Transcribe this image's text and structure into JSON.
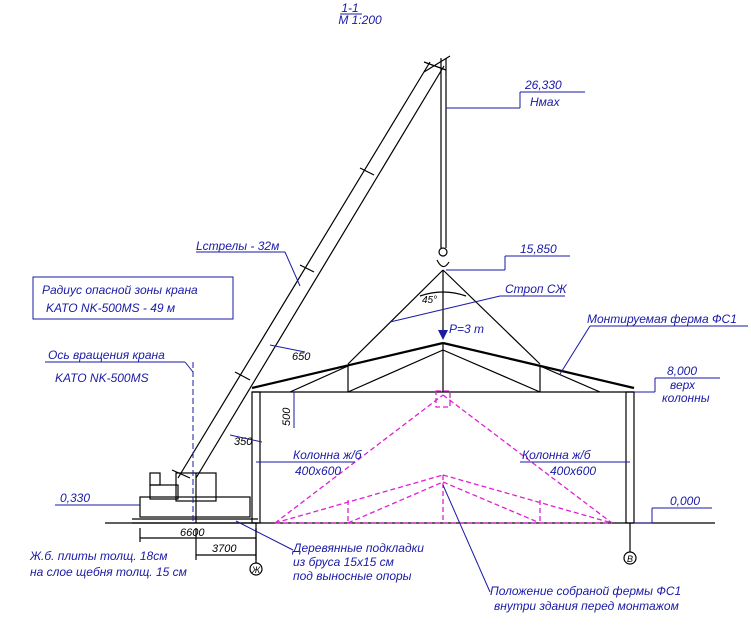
{
  "section": {
    "title": "1-1",
    "scale": "М 1:200"
  },
  "labels": {
    "hmax_value": "26,330",
    "hmax_label": "Нмах",
    "boom_length": "Lстрелы - 32м",
    "hook_level": "15,850",
    "sling": "Строп СЖ",
    "angle": "45°",
    "load": "P=3 т",
    "truss_mounted": "Монтируемая ферма ФС1",
    "top_column_value": "8,000",
    "top_column_label_1": "верх",
    "top_column_label_2": "колонны",
    "danger_zone_1": "Радиус опасной зоны крана",
    "danger_zone_2": "KATO NK-500MS - 49 м",
    "rotation_axis_1": "Ось вращения крана",
    "rotation_axis_2": "KATO NK-500MS",
    "dim_650": "650",
    "dim_500": "500",
    "dim_350": "350",
    "column_left_1": "Колонна ж/б",
    "column_left_2": "400х600",
    "column_right_1": "Колонна ж/б",
    "column_right_2": "400х600",
    "level_left": "0,330",
    "level_zero": "0,000",
    "dim_6600": "6600",
    "dim_3700": "3700",
    "plates_1": "Ж.б. плиты толщ. 18см",
    "plates_2": "на слое щебня толщ. 15 см",
    "pads_1": "Деревянные подкладки",
    "pads_2": "из бруса 15х15 см",
    "pads_3": "под выносные опоры",
    "assembled_1": "Положение собраной фермы ФС1",
    "assembled_2": "внутри здания перед монтажом",
    "axis_left": "Ж",
    "axis_right": "В"
  }
}
